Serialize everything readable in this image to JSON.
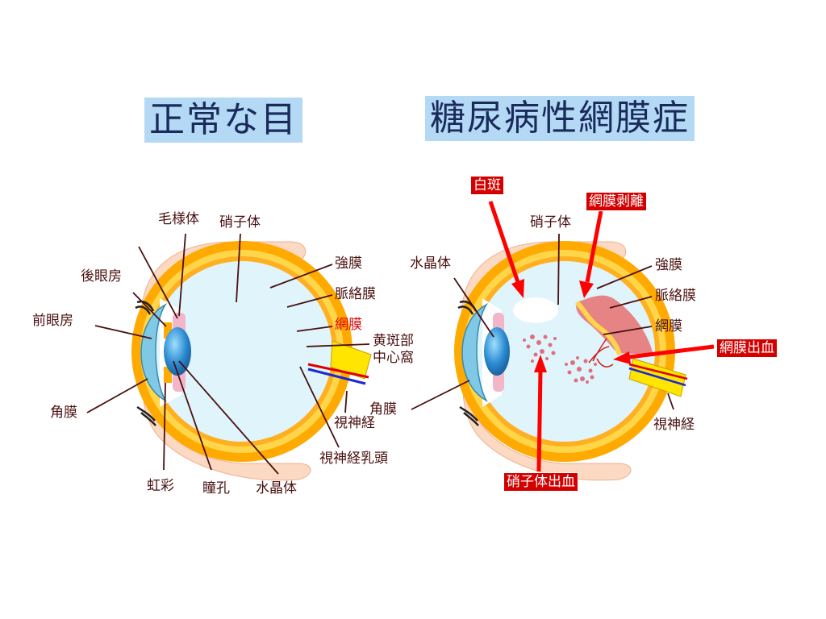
{
  "titles": {
    "normal": "正常な目",
    "diabetic": "糖尿病性網膜症"
  },
  "left_labels": {
    "ciliary_body": "毛様体",
    "vitreous": "硝子体",
    "posterior_chamber": "後眼房",
    "anterior_chamber": "前眼房",
    "sclera": "強膜",
    "choroid": "脈絡膜",
    "retina": "網膜",
    "macula_line1": "黄斑部",
    "macula_line2": "中心窩",
    "cornea": "角膜",
    "optic_nerve": "視神経",
    "optic_disc": "視神経乳頭",
    "iris": "虹彩",
    "pupil": "瞳孔",
    "lens": "水晶体"
  },
  "right_labels": {
    "soft_exudate": "白斑",
    "retinal_detachment": "網膜剥離",
    "vitreous": "硝子体",
    "lens": "水晶体",
    "sclera": "強膜",
    "choroid": "脈絡膜",
    "retina": "網膜",
    "retinal_hemorrhage": "網膜出血",
    "cornea": "角膜",
    "optic_nerve": "視神経",
    "vitreous_hemorrhage": "硝子体出血"
  },
  "colors": {
    "title_bg": "#b3d9f5",
    "sclera": "#ffaa00",
    "choroid": "#ffd54a",
    "vitreous": "#dff4fb",
    "lens": "#2a8ad0",
    "skin": "#fbd9c2",
    "label": "#4a1010",
    "alert": "#e00000"
  }
}
